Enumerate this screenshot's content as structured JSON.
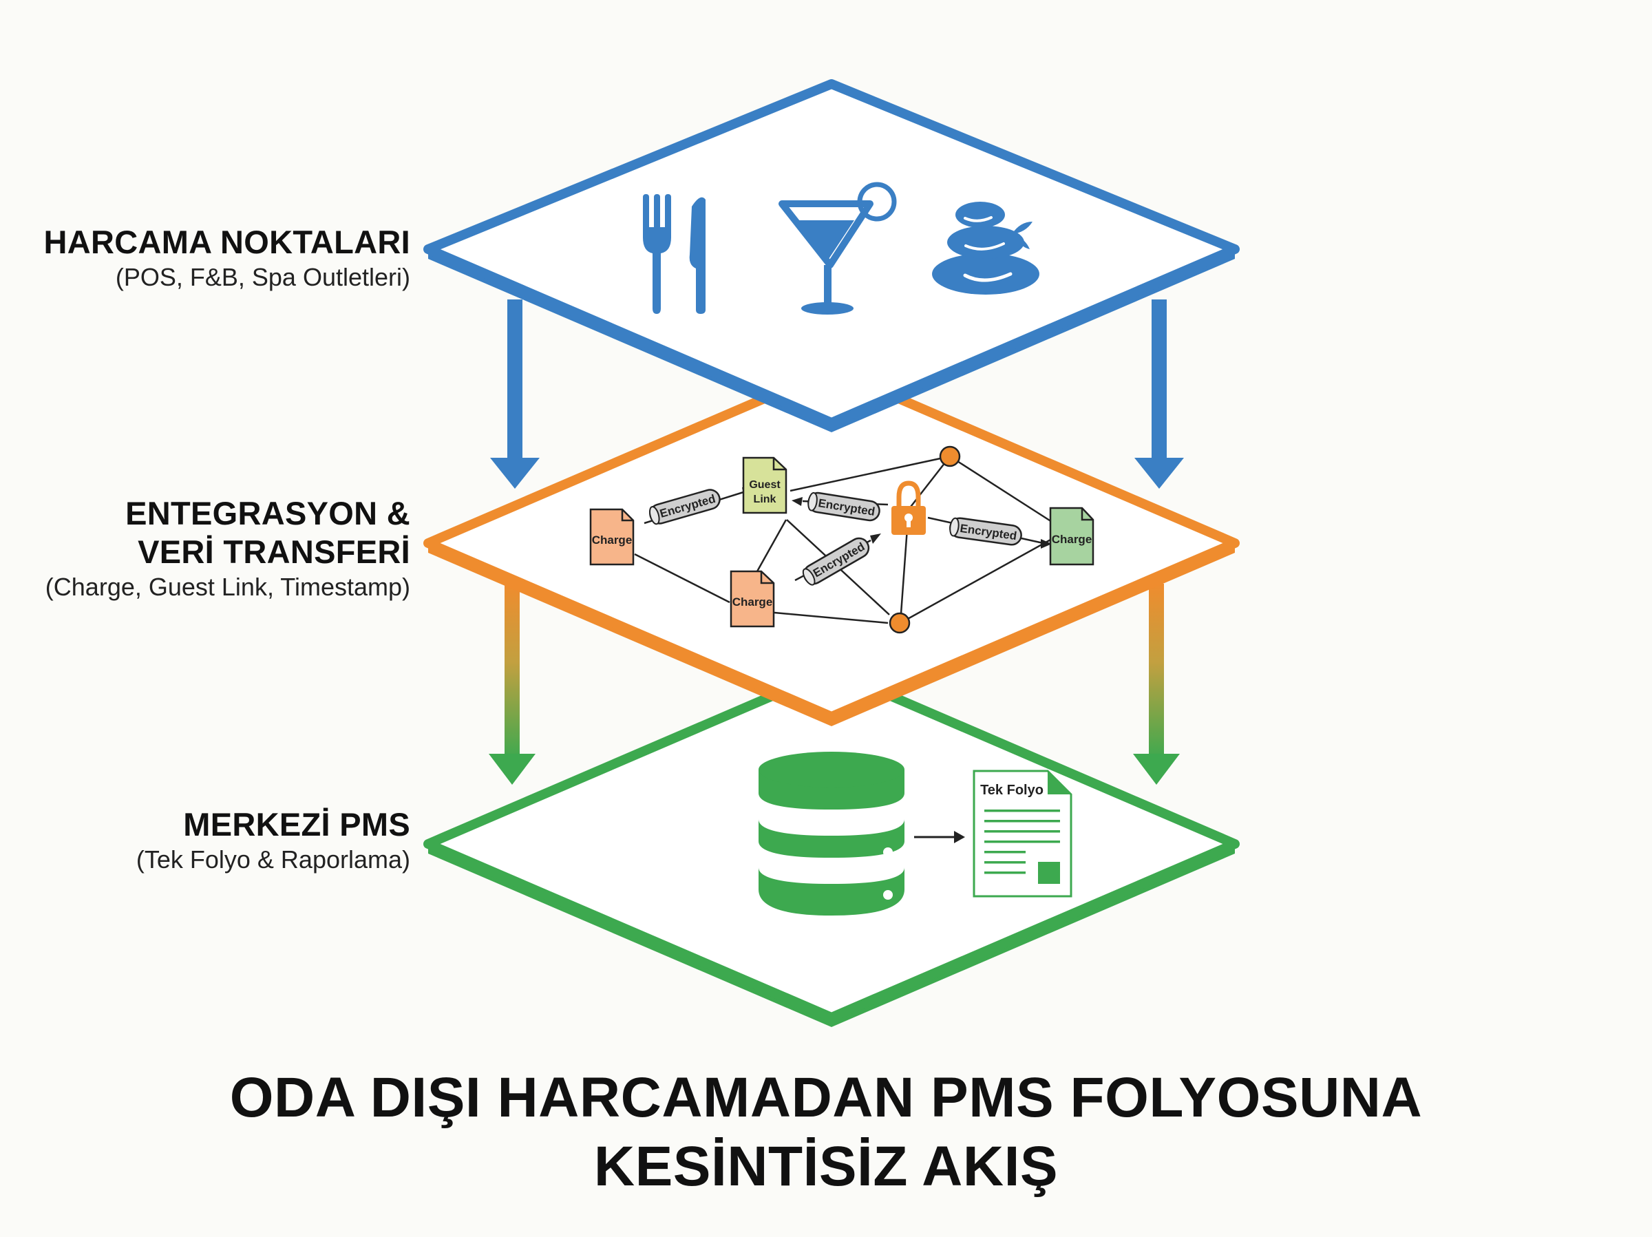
{
  "layers": {
    "top": {
      "title": "HARCAMA NOKTALARI",
      "subtitle": "(POS, F&B, Spa Outletleri)",
      "color": "#3a7fc4"
    },
    "middle": {
      "title_line1": "ENTEGRASYON &",
      "title_line2": "VERİ TRANSFERİ",
      "subtitle": "(Charge, Guest Link, Timestamp)",
      "color": "#ef8c2e"
    },
    "bottom": {
      "title": "MERKEZİ PMS",
      "subtitle": "(Tek Folyo & Raporlama)",
      "color": "#3da94f"
    }
  },
  "network": {
    "charge_label": "Charge",
    "guest_link_line1": "Guest",
    "guest_link_line2": "Link",
    "encrypted_label": "Encrypted"
  },
  "pms": {
    "folio_label": "Tek Folyo"
  },
  "main_title": {
    "line1": "ODA DIŞI HARCAMADAN PMS FOLYOSUNA",
    "line2": "KESİNTİSİZ AKIŞ"
  },
  "icons": [
    "fork-icon",
    "knife-icon",
    "cocktail-icon",
    "spa-stones-icon",
    "lock-icon",
    "database-icon",
    "document-icon"
  ]
}
